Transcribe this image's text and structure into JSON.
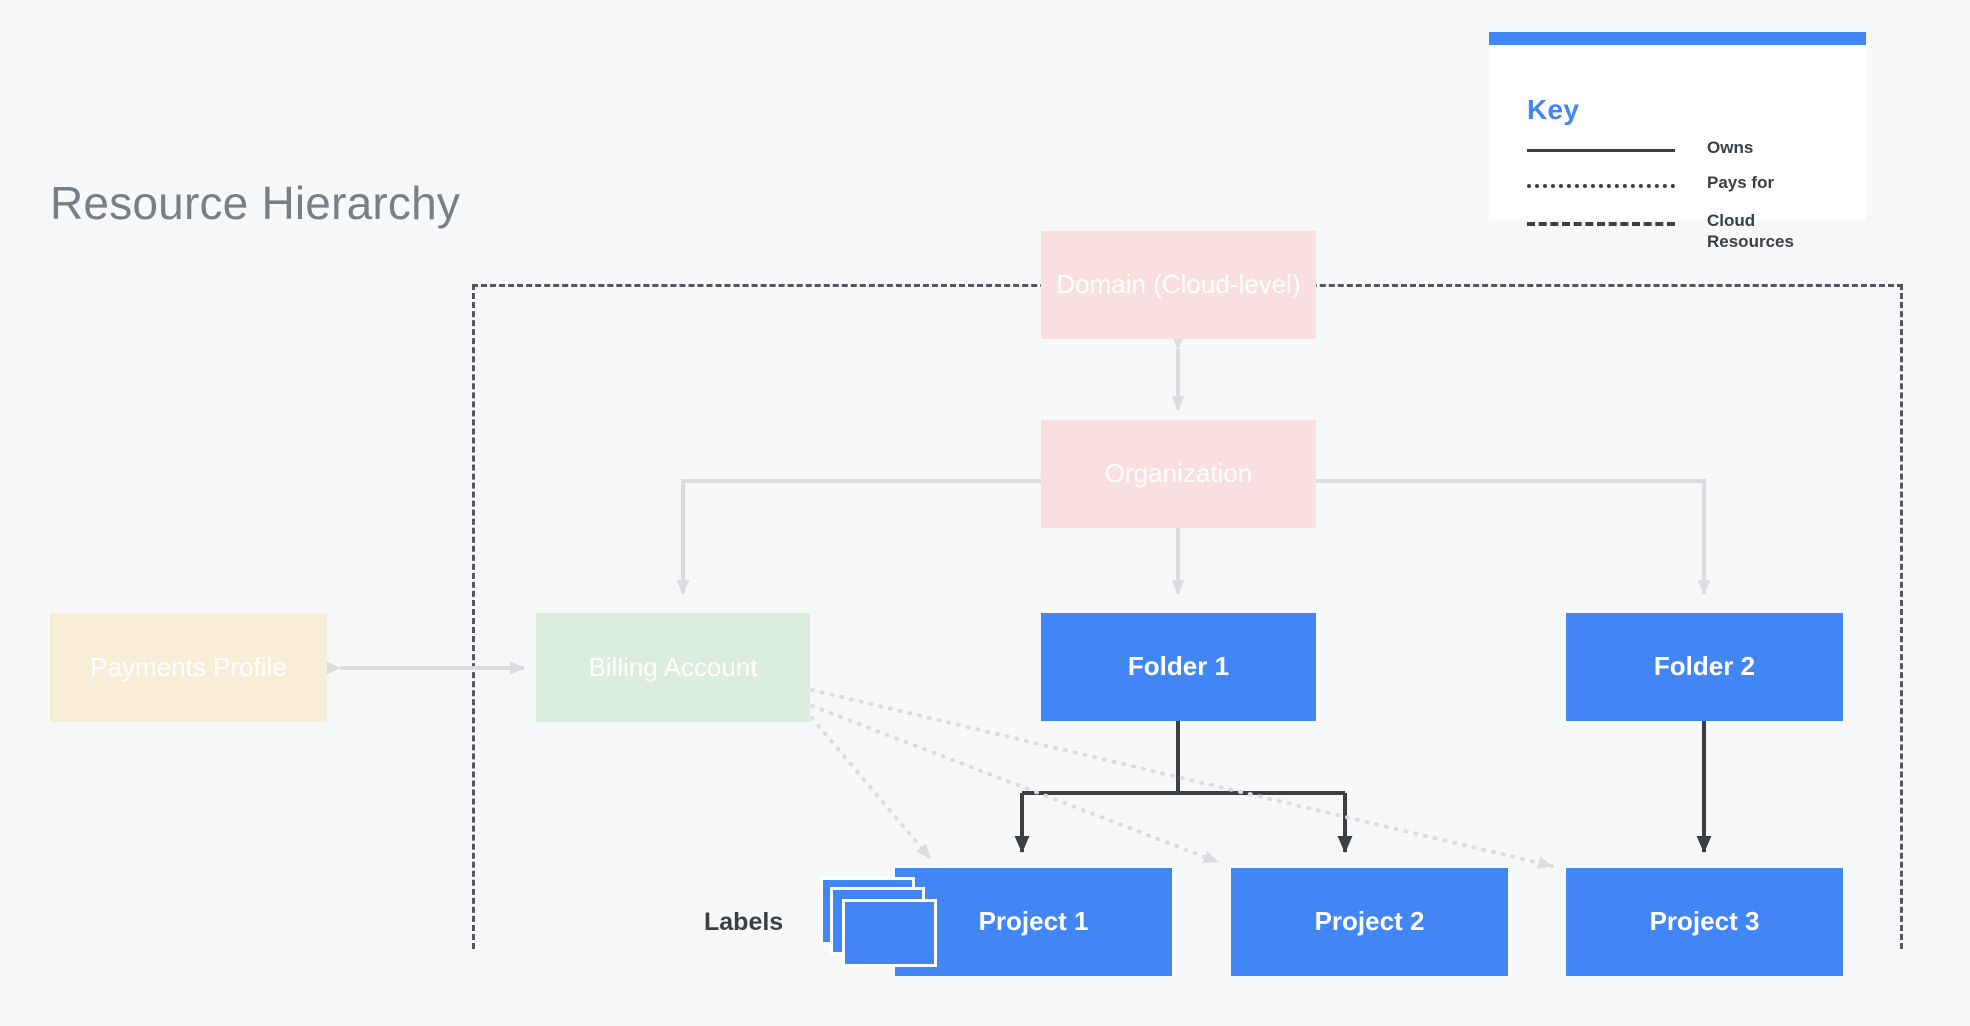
{
  "page": {
    "title": "Resource Hierarchy",
    "background_color": "#f6f8fa"
  },
  "key": {
    "title": "Key",
    "accent_color": "#4285f4",
    "entries": [
      {
        "style": "solid",
        "label": "Owns"
      },
      {
        "style": "dotted",
        "label": "Pays for"
      },
      {
        "style": "dashed",
        "label": "Cloud Resources"
      }
    ]
  },
  "nodes": {
    "domain": {
      "label": "Domain (Cloud-level)",
      "color": "#f9dfdf",
      "text_color": "#ffffff"
    },
    "organization": {
      "label": "Organization",
      "color": "#f9dfdf",
      "text_color": "#ffffff"
    },
    "payments": {
      "label": "Payments Profile",
      "color": "#f8eed8",
      "text_color": "#ffffff"
    },
    "billing": {
      "label": "Billing Account",
      "color": "#dcecdd",
      "text_color": "#ffffff"
    },
    "folder1": {
      "label": "Folder 1",
      "color": "#4285f4",
      "text_color": "#ffffff"
    },
    "folder2": {
      "label": "Folder 2",
      "color": "#4285f4",
      "text_color": "#ffffff"
    },
    "project1": {
      "label": "Project 1",
      "color": "#4285f4",
      "text_color": "#ffffff"
    },
    "project2": {
      "label": "Project 2",
      "color": "#4285f4",
      "text_color": "#ffffff"
    },
    "project3": {
      "label": "Project 3",
      "color": "#4285f4",
      "text_color": "#ffffff"
    }
  },
  "labels": {
    "caption": "Labels"
  },
  "boundary": {
    "name": "Cloud Resources",
    "style": "dashed",
    "color": "#53565a"
  },
  "edges": [
    {
      "from": "domain",
      "to": "organization",
      "type": "owns",
      "direction": "both",
      "color": "#dadce0"
    },
    {
      "from": "organization",
      "to": "billing",
      "type": "owns",
      "direction": "forward",
      "color": "#dadce0"
    },
    {
      "from": "organization",
      "to": "folder1",
      "type": "owns",
      "direction": "forward",
      "color": "#dadce0"
    },
    {
      "from": "organization",
      "to": "folder2",
      "type": "owns",
      "direction": "forward",
      "color": "#dadce0"
    },
    {
      "from": "payments",
      "to": "billing",
      "type": "owns",
      "direction": "both",
      "color": "#dadce0"
    },
    {
      "from": "folder1",
      "to": "project1",
      "type": "owns",
      "direction": "forward",
      "color": "#3c4043"
    },
    {
      "from": "folder1",
      "to": "project2",
      "type": "owns",
      "direction": "forward",
      "color": "#3c4043"
    },
    {
      "from": "folder2",
      "to": "project3",
      "type": "owns",
      "direction": "forward",
      "color": "#3c4043"
    },
    {
      "from": "billing",
      "to": "project1",
      "type": "pays-for",
      "direction": "forward",
      "color": "#dadce0"
    },
    {
      "from": "billing",
      "to": "project2",
      "type": "pays-for",
      "direction": "forward",
      "color": "#dadce0"
    },
    {
      "from": "billing",
      "to": "project3",
      "type": "pays-for",
      "direction": "forward",
      "color": "#dadce0"
    }
  ]
}
